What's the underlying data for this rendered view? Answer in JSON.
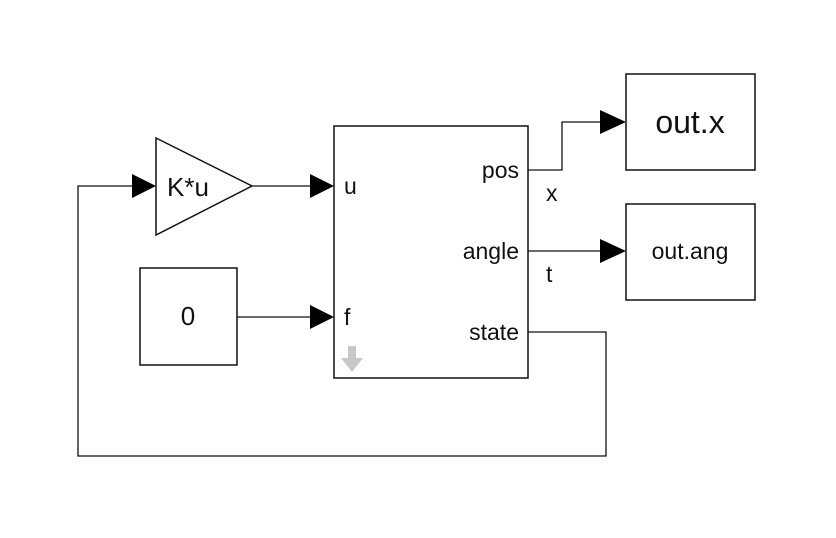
{
  "blocks": {
    "gain": {
      "label": "K*u"
    },
    "constant": {
      "label": "0"
    },
    "subsystem": {
      "inputs": {
        "u": "u",
        "f": "f"
      },
      "outputs": {
        "pos": "pos",
        "angle": "angle",
        "state": "state"
      }
    },
    "out_x": {
      "label": "out.x"
    },
    "out_ang": {
      "label": "out.ang"
    }
  },
  "signals": {
    "pos_signal": "x",
    "angle_signal": "t"
  },
  "icons": {
    "subsystem_marker": "down-arrow-icon"
  },
  "colors": {
    "line": "#111111",
    "marker": "#c8c8c8"
  }
}
